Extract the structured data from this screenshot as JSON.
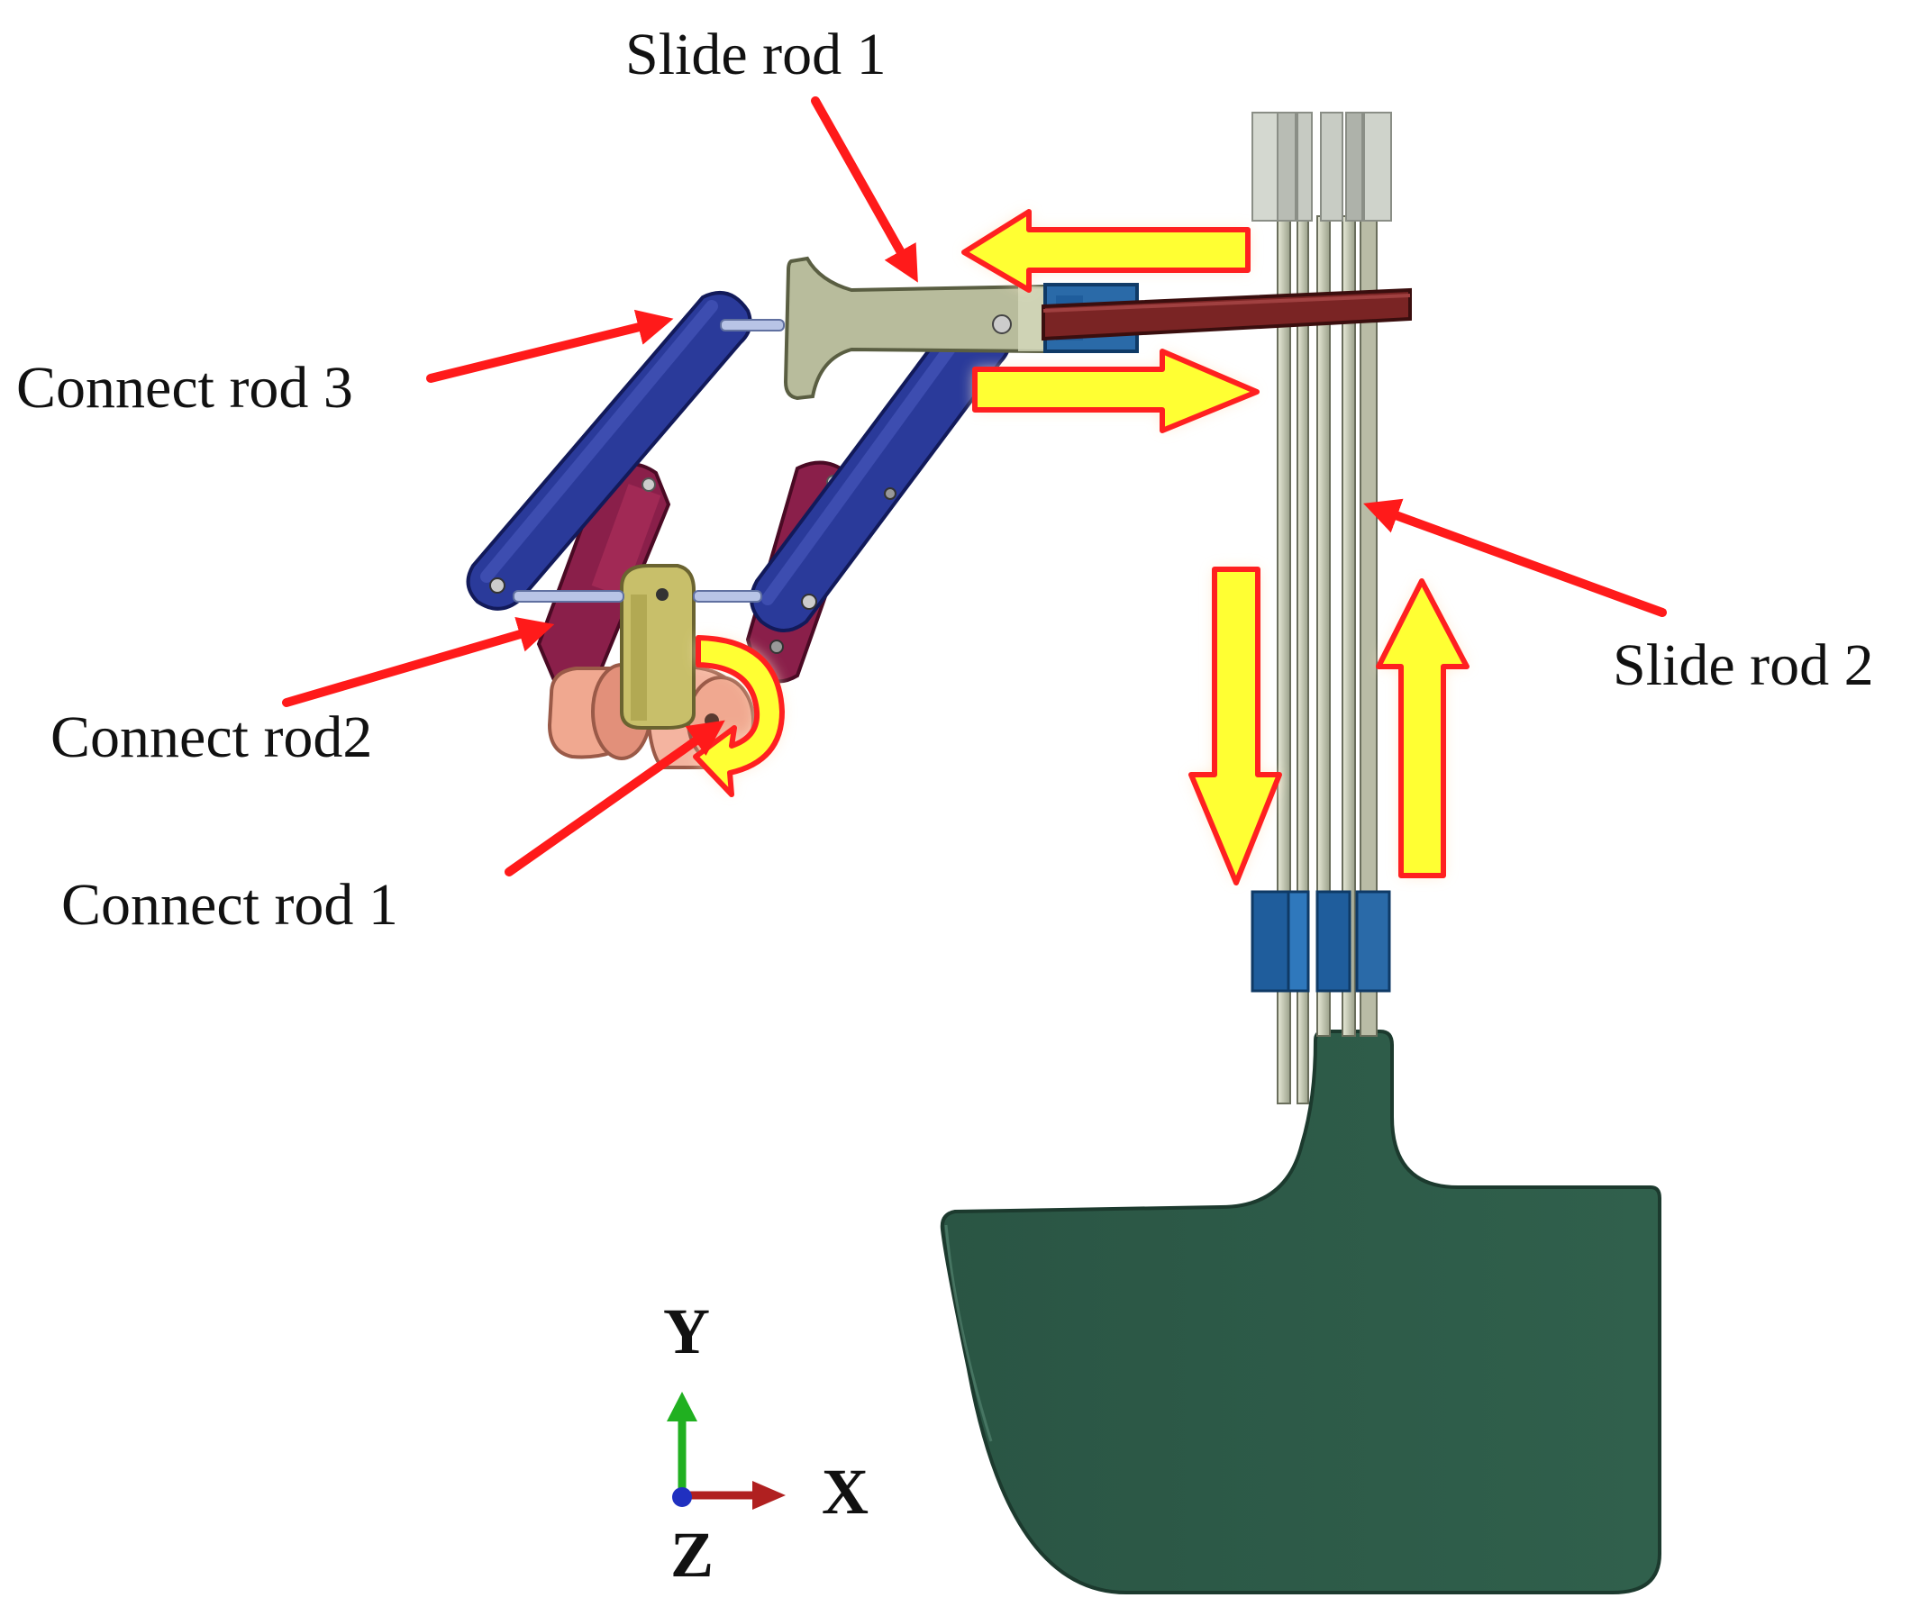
{
  "labels": {
    "slide_rod_1": "Slide rod 1",
    "slide_rod_2": "Slide rod 2",
    "connect_rod_3": "Connect rod 3",
    "connect_rod_2": "Connect rod2",
    "connect_rod_1": "Connect rod 1"
  },
  "axes": {
    "x": "X",
    "y": "Y",
    "z": "Z"
  },
  "colors": {
    "annotation_arrow": "#ff1a1a",
    "motion_arrow_fill": "#ffff33",
    "motion_arrow_stroke": "#ff2020",
    "blade": "#2e5a48",
    "connect_rod_3": "#2a3a9a",
    "connect_rod_2": "#8a1f4a",
    "connect_rod_1": "#f0a890",
    "slide_rod_1_bar": "#7a2424",
    "slide_block": "#2a6aa8",
    "axis_x": "#b02020",
    "axis_y": "#20b020",
    "axis_z": "#2030c0"
  }
}
